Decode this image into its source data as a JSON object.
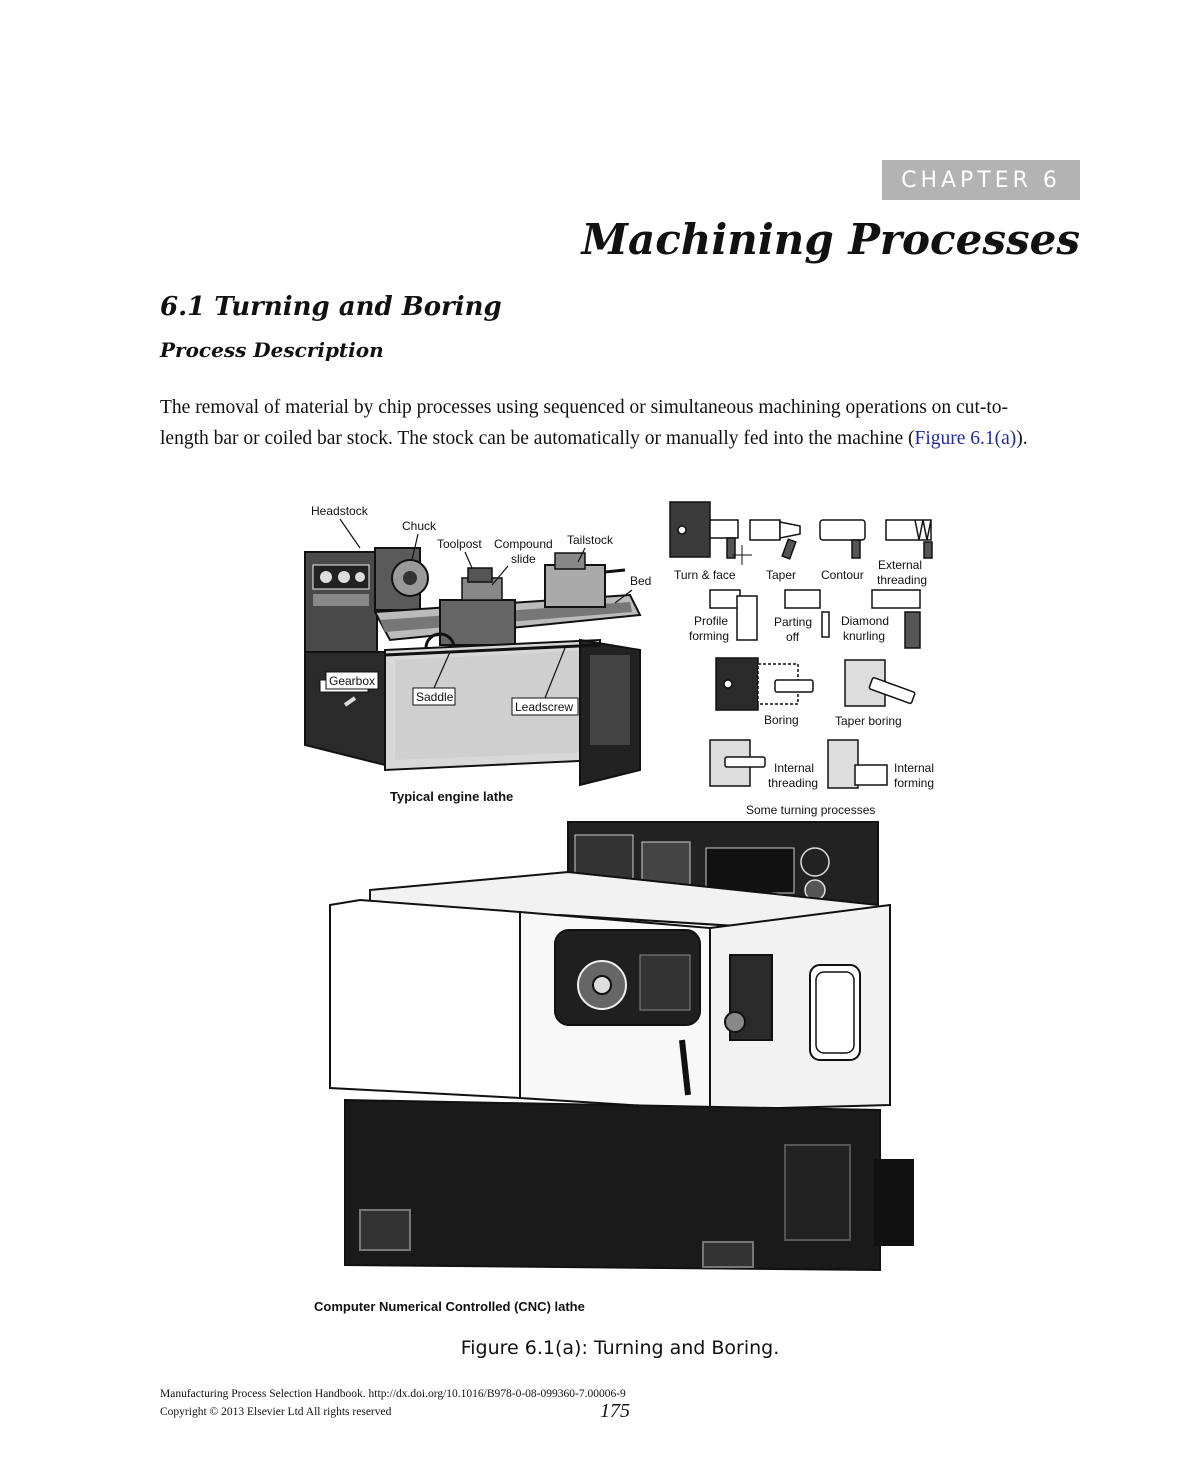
{
  "header": {
    "chapter_label": "CHAPTER 6",
    "chapter_title": "Machining Processes"
  },
  "section": {
    "title": "6.1  Turning and Boring",
    "subtitle": "Process Description"
  },
  "body": {
    "text_before_link": "The removal of material by chip processes using sequenced or simultaneous machining operations on cut-to-length bar or coiled bar stock. The stock can be automatically or manually fed into the machine (",
    "link_text": "Figure 6.1(a)",
    "text_after_link": ")."
  },
  "figure": {
    "engine_lathe": {
      "caption": "Typical engine lathe",
      "labels": {
        "headstock": "Headstock",
        "chuck": "Chuck",
        "toolpost": "Toolpost",
        "compound_1": "Compound",
        "compound_2": "slide",
        "tailstock": "Tailstock",
        "bed": "Bed",
        "gearbox": "Gearbox",
        "saddle": "Saddle",
        "leadscrew": "Leadscrew"
      }
    },
    "processes": {
      "caption": "Some turning processes",
      "labels": {
        "turn_face": "Turn & face",
        "taper": "Taper",
        "contour": "Contour",
        "ext_thread_1": "External",
        "ext_thread_2": "threading",
        "profile_1": "Profile",
        "profile_2": "forming",
        "parting_1": "Parting",
        "parting_2": "off",
        "diamond_1": "Diamond",
        "diamond_2": "knurling",
        "boring": "Boring",
        "taper_boring": "Taper boring",
        "int_thread_1": "Internal",
        "int_thread_2": "threading",
        "int_form_1": "Internal",
        "int_form_2": "forming"
      }
    },
    "cnc": {
      "caption": "Computer Numerical Controlled (CNC) lathe"
    },
    "caption": "Figure 6.1(a): Turning and Boring."
  },
  "footer": {
    "source": "Manufacturing Process Selection Handbook. http://dx.doi.org/10.1016/B978-0-08-099360-7.00006-9",
    "copyright": "Copyright © 2013 Elsevier Ltd All rights reserved",
    "page_number": "175"
  }
}
